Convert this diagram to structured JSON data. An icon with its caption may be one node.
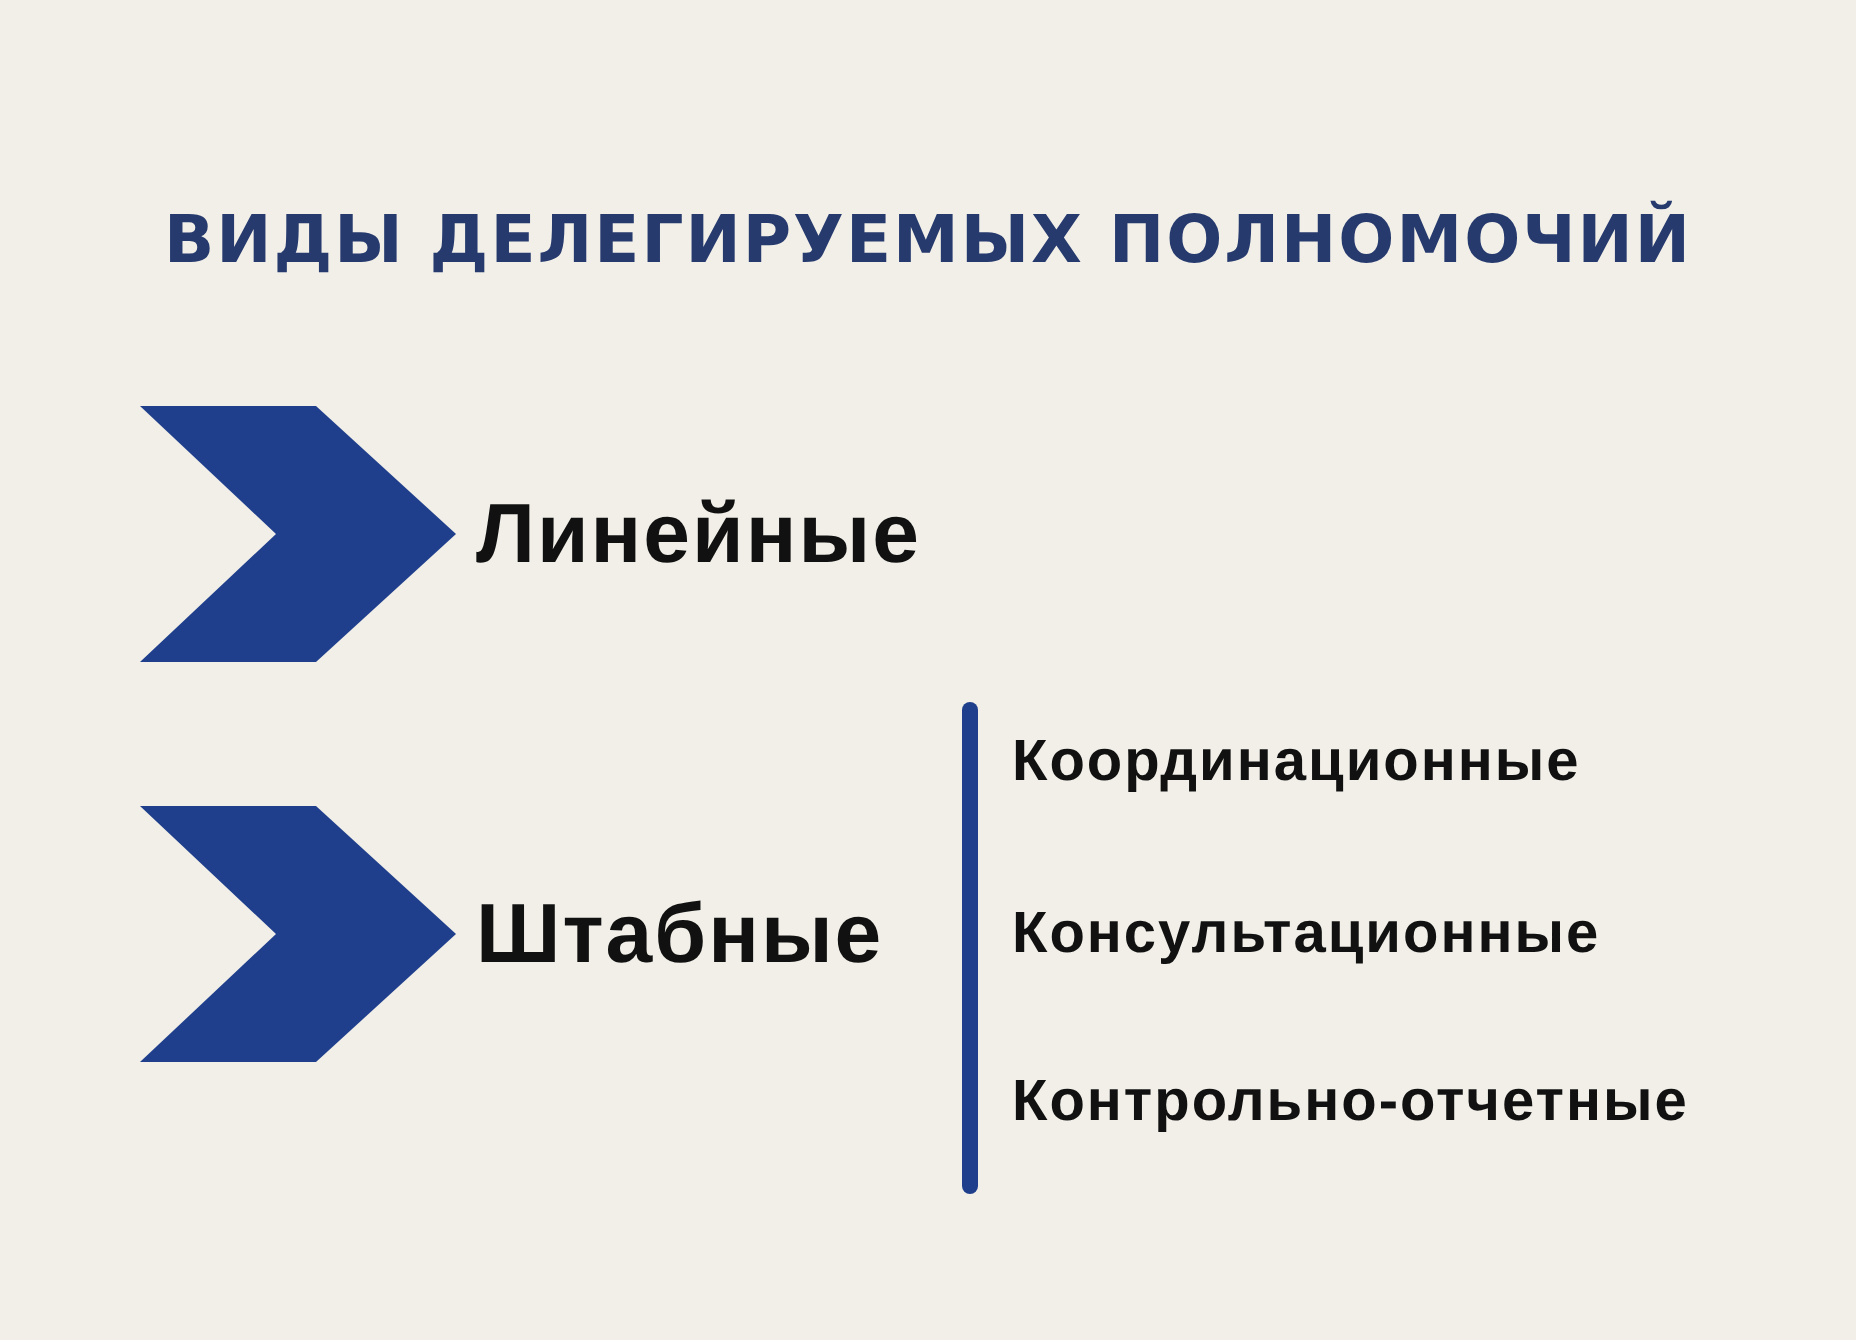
{
  "diagram": {
    "title": "ВИДЫ ДЕЛЕГИРУЕМЫХ ПОЛНОМОЧИЙ",
    "nodes": [
      {
        "text": [
          "Линейные"
        ]
      },
      {
        "text": [
          "Штабные"
        ]
      },
      {
        "text": [
          "Координационные"
        ]
      },
      {
        "text": [
          "Консультационные"
        ]
      },
      {
        "text": [
          "Контрольно-отчетные"
        ]
      }
    ]
  }
}
